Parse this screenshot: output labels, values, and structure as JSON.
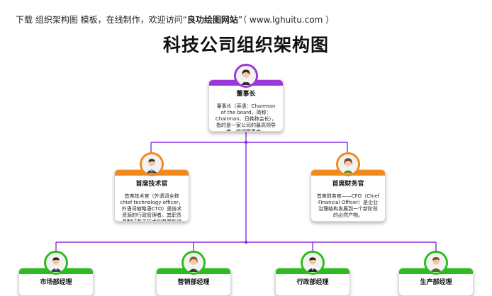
{
  "header": {
    "prefix": "下载 组织架构图 模板，在线制作，欢迎访问“",
    "site_name": "良功绘图网站",
    "suffix": "”（ www.lghuitu.com ）"
  },
  "title": "科技公司组织架构图",
  "colors": {
    "line": "#8a2be2",
    "purple": "#9b38d8",
    "orange": "#f08a1c",
    "green": "#2bbd1d"
  },
  "nodes": {
    "chairman": {
      "name": "董事长",
      "desc": "董事长（英语：Chairman of the board，简称：Chairman、日韩称会长），指的是一家公司的最高领导者，统领董事会。",
      "icon": "woman-avatar-icon"
    },
    "cto": {
      "name": "首席技术官",
      "desc": "首席技术官（外语词全称chief technology officer，外语词缩略语CTO）是技术资源的行政管理者。其职责是制订有关技术的愿景和战略。",
      "icon": "man-avatar-icon"
    },
    "cfo": {
      "name": "首席财务官",
      "desc": "首席财务官——CFO（Chief Financial Officer）是企业治理结构发展到一个新阶段的必然产物。",
      "icon": "woman-avatar-icon"
    },
    "managers": [
      {
        "name": "市场部经理",
        "icon": "man-avatar-icon"
      },
      {
        "name": "营销部经理",
        "icon": "woman-avatar-icon"
      },
      {
        "name": "行政部经理",
        "icon": "man-avatar-icon"
      },
      {
        "name": "生产部经理",
        "icon": "man-avatar-icon"
      }
    ]
  }
}
